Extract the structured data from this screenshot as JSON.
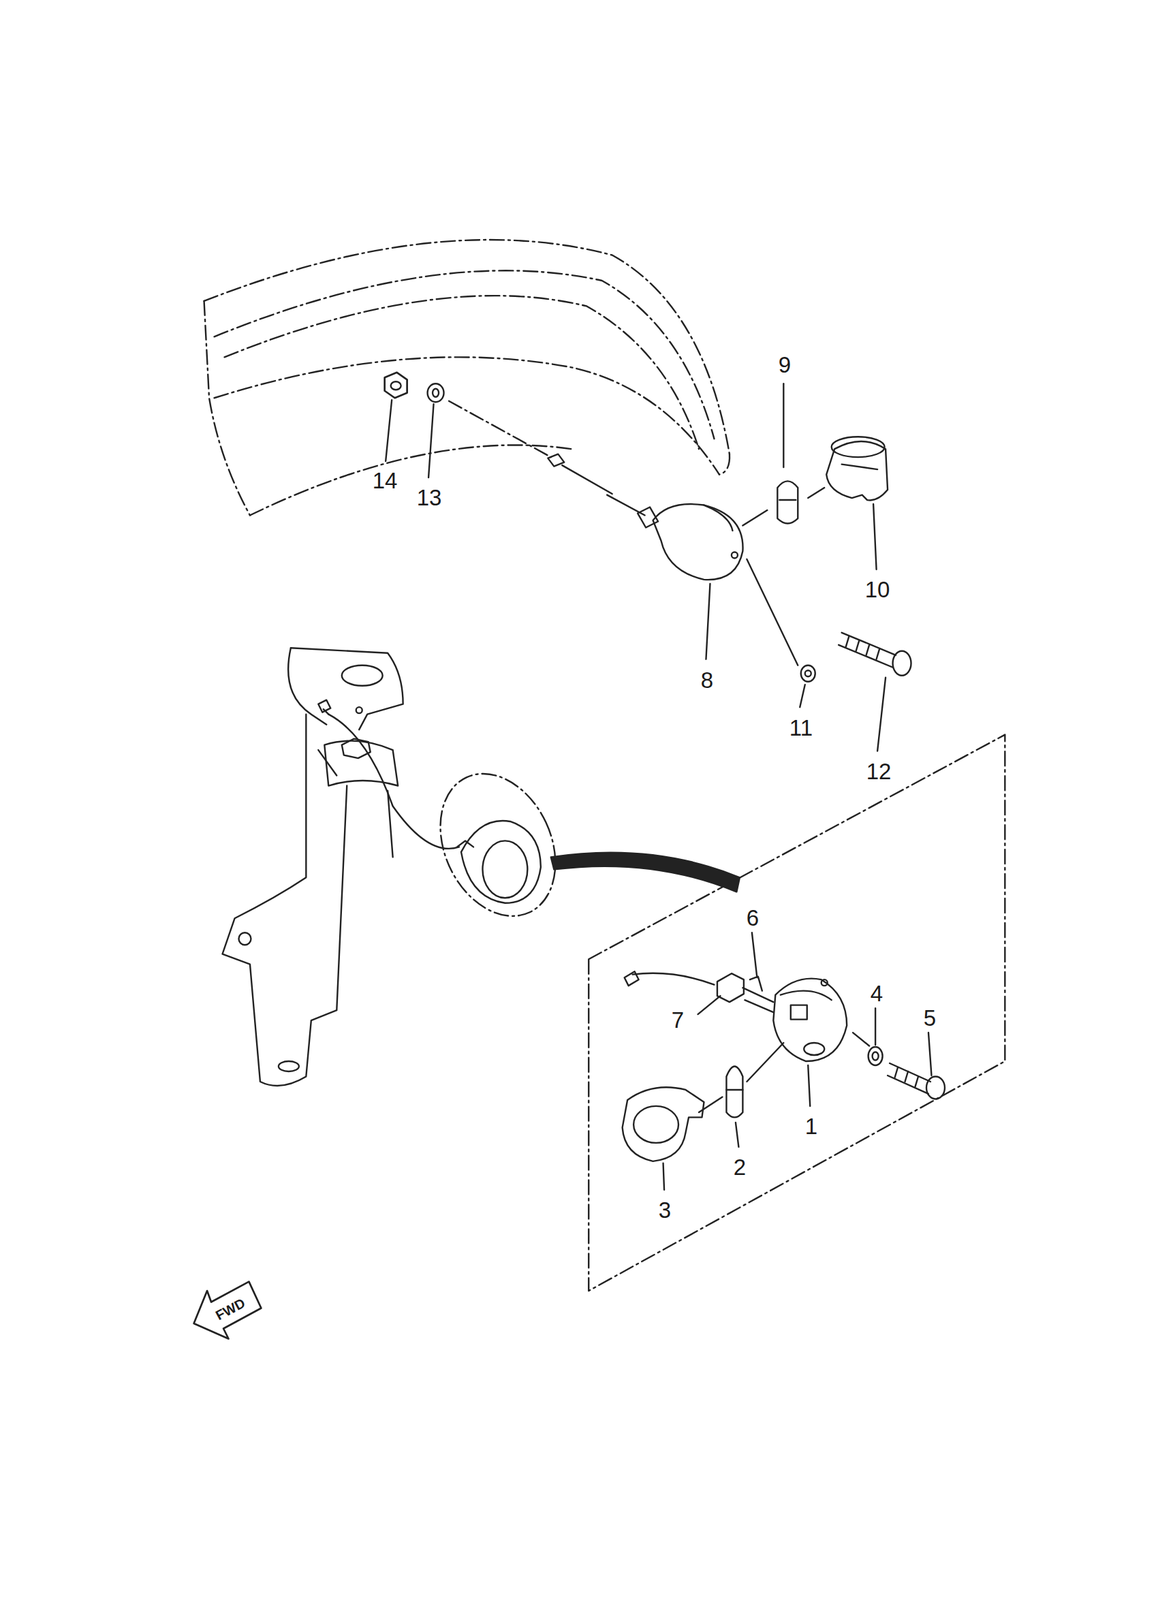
{
  "diagram": {
    "labels": [
      "9",
      "14",
      "13",
      "10",
      "8",
      "11",
      "12",
      "6",
      "4",
      "5",
      "7",
      "1",
      "2",
      "3",
      "FWD"
    ]
  }
}
